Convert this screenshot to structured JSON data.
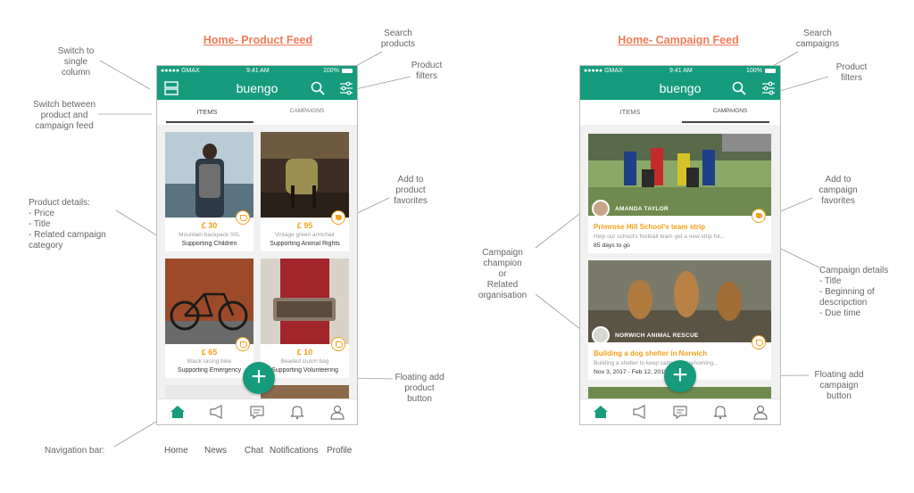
{
  "headings": {
    "product": "Home- Product Feed",
    "campaign": "Home- Campaign Feed"
  },
  "annotations": {
    "switch_column": "Switch to\nsingle\ncolumn",
    "switch_feed": "Switch between\nproduct and\ncampaign feed",
    "product_details": "Product details:\n- Price\n- Title\n- Related campaign\ncategory",
    "navigation_bar": "Navigation bar:",
    "search_products": "Search\nproducts",
    "product_filters": "Product\nfilters",
    "add_product_favorites": "Add to\nproduct\nfavorites",
    "floating_add_product": "Floating add\nproduct\nbutton",
    "campaign_champion": "Campaign\nchampion\nor\nRelated\norganisation",
    "search_campaigns": "Search\ncampaigns",
    "campaign_filters": "Product\nfilters",
    "add_campaign_favorites": "Add to\ncampaign\nfavorites",
    "campaign_details": "Campaign details\n- Title\n- Beginning of\ndescripction\n- Due time",
    "floating_add_campaign": "Floating add\ncampaign\nbutton"
  },
  "nav_labels": [
    "Home",
    "News",
    "Chat",
    "Notifications",
    "Profile"
  ],
  "status": {
    "carrier": "●●●●● GMAX",
    "time": "9:41 AM",
    "battery": "100%"
  },
  "app": {
    "logo": "buengo"
  },
  "tabs": {
    "items": "ITEMS",
    "campaigns": "CAMPAIGNS"
  },
  "products": [
    {
      "price": "£ 30",
      "title": "Mountain backpack 50L",
      "category": "Supporting Children"
    },
    {
      "price": "£ 95",
      "title": "Vintage green armchair",
      "category": "Supporting Animal Rights"
    },
    {
      "price": "£ 65",
      "title": "Black racing bike",
      "category": "Supporting Emergency"
    },
    {
      "price": "£ 10",
      "title": "Beaded clutch bag",
      "category": "Supporting Volunteering"
    }
  ],
  "campaigns": [
    {
      "owner": "AMANDA TAYLOR",
      "title": "Primrose Hill School's team strip",
      "desc": "Help our school's football team get a new strip for...",
      "due": "85 days to go"
    },
    {
      "owner": "NORWICH ANIMAL RESCUE",
      "title": "Building a dog shelter in Norwich",
      "desc": "Building a shelter to keep caring and rehoming...",
      "due": "Nov 3, 2017 - Feb 12, 2018"
    }
  ],
  "colors": {
    "brand": "#169b7c",
    "accent": "#f2a019",
    "heading": "#f07b5a"
  }
}
